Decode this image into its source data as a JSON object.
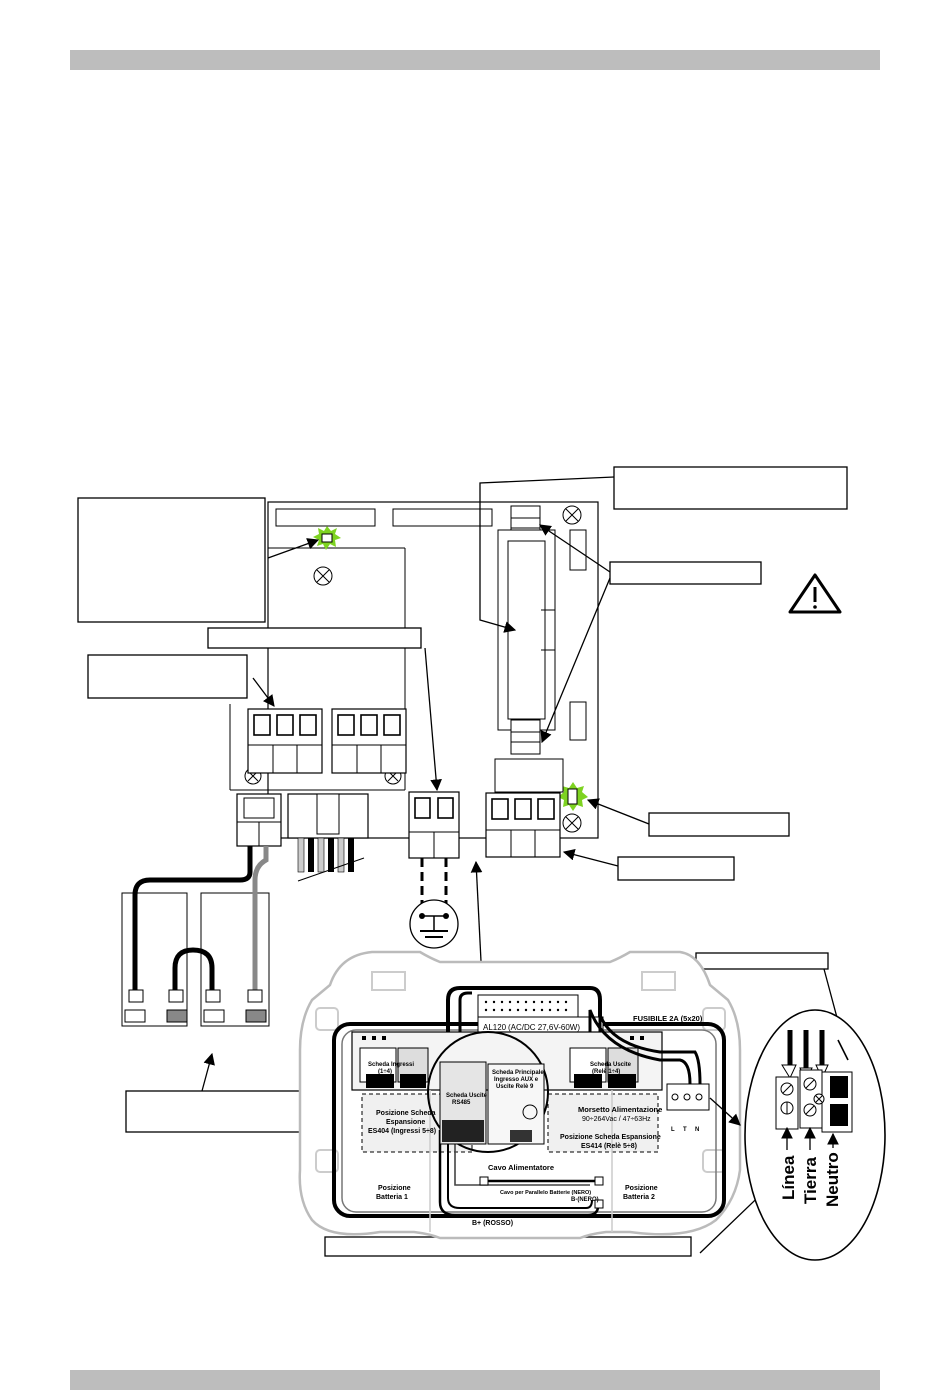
{
  "pcb": {
    "al120_label": "AL120",
    "al120_spec": "(AC/DC 27,6V-60W)",
    "fuse_label": "FUSIBILE 2A (5x20)",
    "board_inputs_label": [
      "Scheda Ingressi",
      "(1÷4)"
    ],
    "board_outputs_label": [
      "Scheda Uscite",
      "(Relè 1÷4)"
    ],
    "rs485_label": [
      "Scheda Uscite",
      "RS485"
    ],
    "main_board_label": [
      "Scheda Principale",
      "Ingresso AUX e",
      "Uscite Relè 9"
    ],
    "exp_left_label": [
      "Posizione Scheda",
      "Espansione",
      "ES404 (Ingressi 5÷8)"
    ],
    "exp_right_label": [
      "Posizione Scheda Espansione",
      "ES414 (Relè 5÷8)"
    ],
    "terminal_label": [
      "Morsetto Alimentazione",
      "90÷264Vac / 47÷63Hz"
    ],
    "terminal_pins": [
      "L",
      "T",
      "N"
    ],
    "power_cable_label": "Cavo Alimentatore",
    "parallel_cable_label": "Cavo per Parallelo Batterie (NERO)",
    "b_minus_label": "B-(NERO)",
    "b_plus_label": "B+ (ROSSO)",
    "battery1_label": [
      "Posizione",
      "Batteria 1"
    ],
    "battery2_label": [
      "Posizione",
      "Batteria 2"
    ]
  },
  "mains": {
    "line_label": "Línea",
    "earth_label": "Tierra",
    "neutral_label": "Neutro"
  },
  "colors": {
    "led_green": "#7ed321",
    "bar_gray": "#bdbdbd",
    "line": "#000000"
  }
}
